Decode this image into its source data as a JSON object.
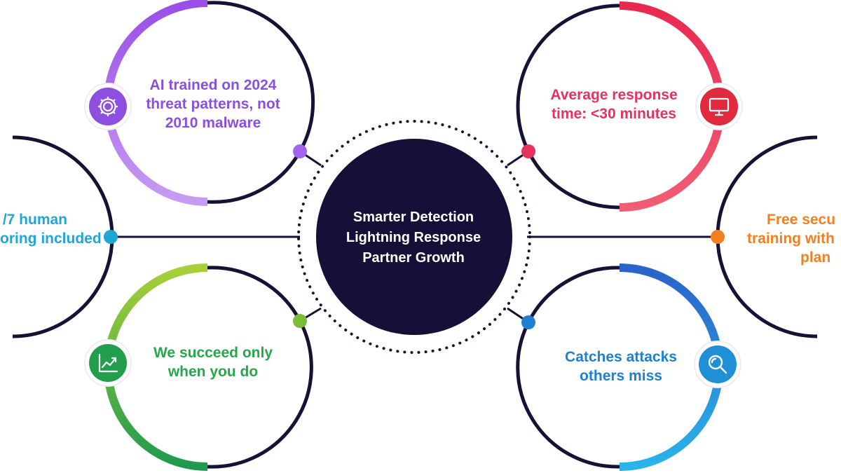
{
  "center": {
    "lines": [
      "Smarter Detection",
      "Lightning Response",
      "Partner Growth"
    ]
  },
  "nodes": [
    {
      "id": "ai",
      "lines": [
        "AI trained on 2024",
        "threat patterns, not",
        "2010 malware"
      ],
      "color": "#8b4fe0",
      "accent": "#c08cf2",
      "icon": "gear-icon"
    },
    {
      "id": "response",
      "lines": [
        "Average response",
        "time: <30 minutes"
      ],
      "color": "#e6325e",
      "accent": "#f25a6e",
      "icon": "monitor-icon"
    },
    {
      "id": "monitoring",
      "lines": [
        "/7 human",
        "oring included"
      ],
      "color": "#1fa5d8",
      "accent": "#2bc2e8",
      "icon": "none"
    },
    {
      "id": "training",
      "lines": [
        "Free secu",
        "training with",
        "plan"
      ],
      "color": "#f57f20",
      "accent": "#f9a23c",
      "icon": "none"
    },
    {
      "id": "succeed",
      "lines": [
        "We succeed only",
        "when you do"
      ],
      "color": "#27a74a",
      "accent": "#a4cc3a",
      "icon": "chart-up-icon"
    },
    {
      "id": "attacks",
      "lines": [
        "Catches attacks",
        "others miss"
      ],
      "color": "#1f7fd1",
      "accent": "#2ab3ea",
      "icon": "search-icon"
    }
  ],
  "colors": {
    "navy": "#160f37",
    "ring_dark": "#151233"
  }
}
